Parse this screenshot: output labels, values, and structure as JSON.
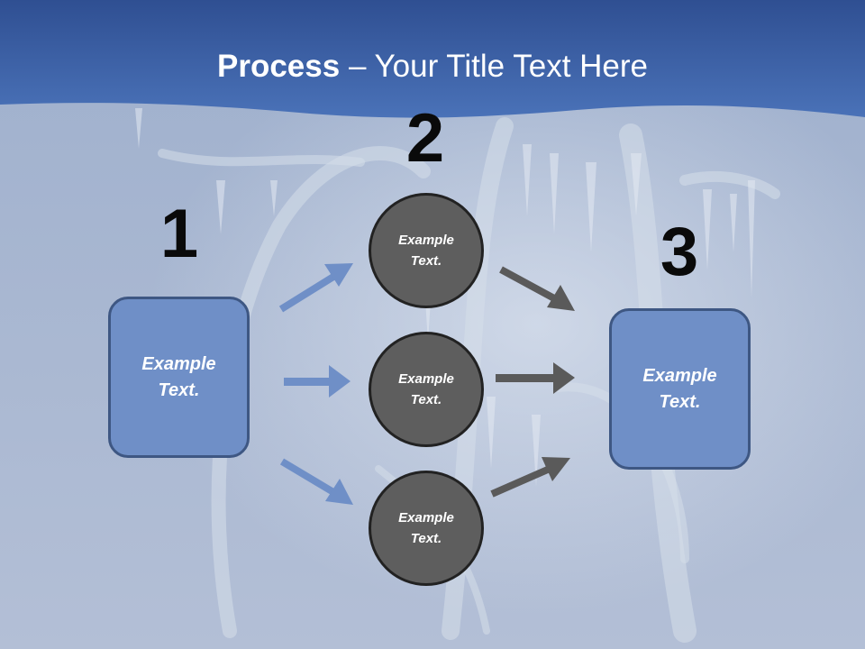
{
  "title": {
    "bold": "Process",
    "rest": " – Your Title Text Here"
  },
  "steps": {
    "one": "1",
    "two": "2",
    "three": "3"
  },
  "input_box": {
    "text": "Example Text."
  },
  "output_box": {
    "text": "Example Text."
  },
  "circles": [
    {
      "text": "Example Text."
    },
    {
      "text": "Example Text."
    },
    {
      "text": "Example Text."
    }
  ],
  "colors": {
    "header_blue": "#3f62a6",
    "box_fill": "#6f8fc7",
    "box_border": "#3e5783",
    "circle_fill": "#5e5e5e",
    "blue_arrow": "#6f8fc7",
    "gray_arrow": "#5a5a5a"
  }
}
